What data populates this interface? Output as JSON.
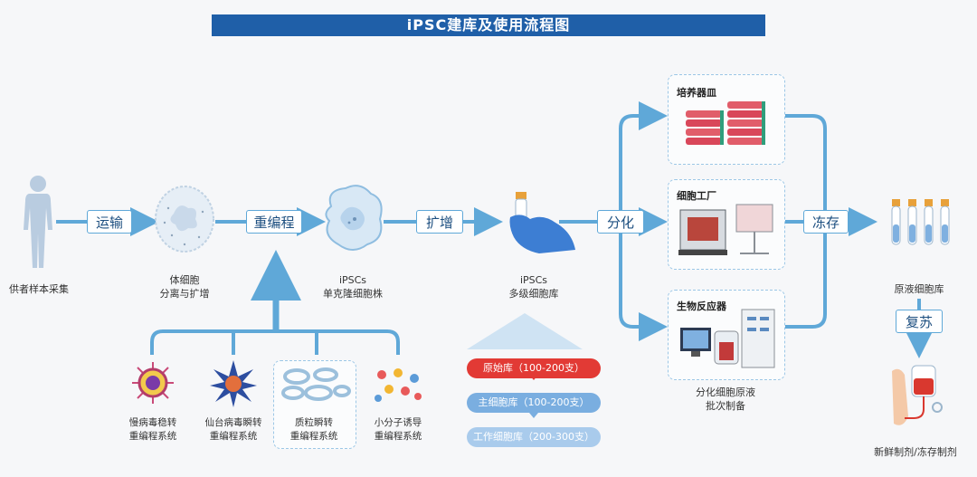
{
  "title": "iPSC建库及使用流程图",
  "steps": {
    "transport": "运输",
    "reprogram": "重编程",
    "expand": "扩增",
    "differentiate": "分化",
    "freeze": "冻存",
    "revive": "复苏"
  },
  "labels": {
    "donor": "供者样本采集",
    "somatic_line1": "体细胞",
    "somatic_line2": "分离与扩增",
    "ipsc_single_line1": "iPSCs",
    "ipsc_single_line2": "单克隆细胞株",
    "ipsc_bank_line1": "iPSCs",
    "ipsc_bank_line2": "多级细胞库",
    "batch_line1": "分化细胞原液",
    "batch_line2": "批次制备",
    "stock_bank": "原液细胞库",
    "final_product": "新鲜制剂/冻存制剂"
  },
  "reprogramming_methods": [
    {
      "line1": "慢病毒稳转",
      "line2": "重编程系统"
    },
    {
      "line1": "仙台病毒瞬转",
      "line2": "重编程系统"
    },
    {
      "line1": "质粒瞬转",
      "line2": "重编程系统"
    },
    {
      "line1": "小分子诱导",
      "line2": "重编程系统"
    }
  ],
  "banks": {
    "primary": "原始库（100-200支）",
    "master": "主细胞库（100-200支）",
    "working": "工作细胞库（200-300支）"
  },
  "culture_panels": {
    "dish": "培养器皿",
    "factory": "细胞工厂",
    "bioreactor": "生物反应器"
  },
  "colors": {
    "title_bg": "#1f5fa8",
    "arrow": "#5fa8d8",
    "primary_bank": "#e23a35",
    "master_bank": "#7aaee0",
    "working_bank": "#a9cbec"
  }
}
